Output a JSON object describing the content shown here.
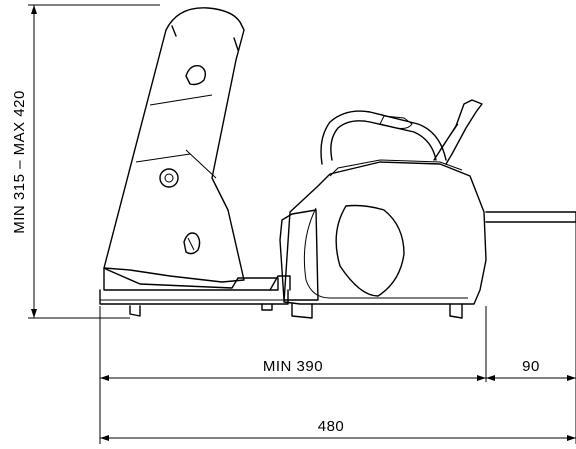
{
  "dimensions": {
    "height_range": "MIN  315  –  MAX  420",
    "base_depth": "MIN  390",
    "extension": "90",
    "total": "480"
  }
}
